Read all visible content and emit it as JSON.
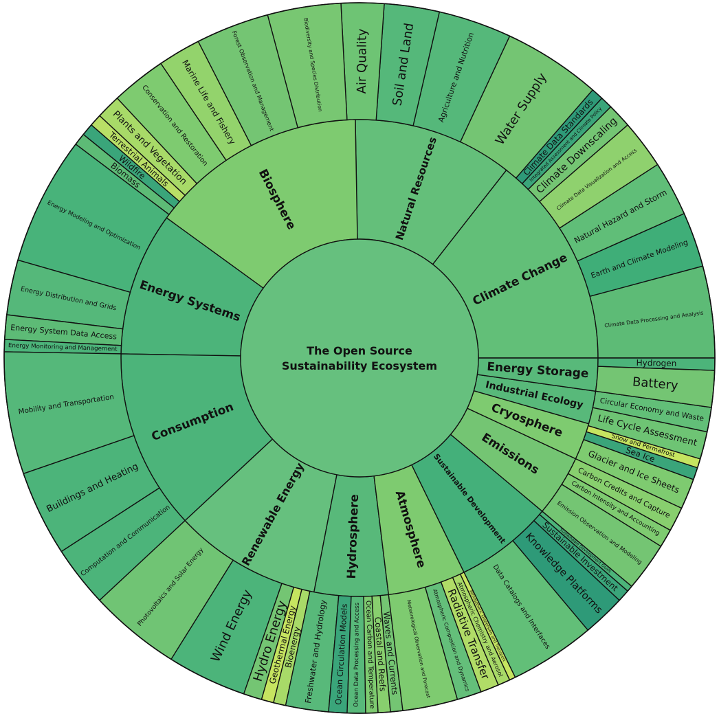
{
  "chart_data": {
    "type": "sunburst",
    "root": {
      "title_lines": [
        "The Open Source",
        "Sustainability Ecosystem"
      ],
      "color": "#66c07e"
    },
    "start_angle_deg": 0,
    "direction": "clockwise-from-east",
    "categories": [
      {
        "name": "Climate Change",
        "start": -52,
        "end": 0,
        "color": "#62bf78",
        "children": [
          {
            "name": "Climate Data Processing and Analysis",
            "start": -15,
            "end": 0,
            "color": "#5dbb76"
          },
          {
            "name": "Earth and Climate Modeling",
            "start": -24,
            "end": -15,
            "color": "#3fae78"
          },
          {
            "name": "Natural Hazard and Storm",
            "start": -33,
            "end": -24,
            "color": "#60be78"
          },
          {
            "name": "Climate Data Visualization and Access",
            "start": -41,
            "end": -33,
            "color": "#8fd16e"
          },
          {
            "name": "Climate Downscaling",
            "start": -45,
            "end": -41,
            "color": "#74c573"
          },
          {
            "name": "Integrated Assessment and Climate Policy",
            "start": -47,
            "end": -45,
            "color": "#3aa57a"
          },
          {
            "name": "Climate Data Standards",
            "start": -49,
            "end": -47,
            "color": "#2e9a78"
          },
          {
            "name": "Water Supply",
            "start": -65,
            "end": -49,
            "color": "#74c573"
          }
        ]
      },
      {
        "name": "Natural Resources",
        "start": -91,
        "end": -52,
        "color": "#64bf7a",
        "children": [
          {
            "name": "Agriculture and Nutrition",
            "start": -77,
            "end": -65,
            "color": "#55b87a"
          },
          {
            "name": "Soil and Land",
            "start": -86,
            "end": -77,
            "color": "#55b87a"
          },
          {
            "name": "Air Quality",
            "start": -93,
            "end": -86,
            "color": "#6ec474"
          }
        ]
      },
      {
        "name": "Biosphere",
        "start": -144,
        "end": -91,
        "color": "#7ecb70",
        "children": [
          {
            "name": "Biodiversity and Species Distribution",
            "start": -105,
            "end": -93,
            "color": "#78c772"
          },
          {
            "name": "Forest Observation and Management",
            "start": -117,
            "end": -105,
            "color": "#74c573"
          },
          {
            "name": "Marine Life and Fishery",
            "start": -124,
            "end": -117,
            "color": "#93d36c"
          },
          {
            "name": "Conservation and Restoration",
            "start": -133,
            "end": -124,
            "color": "#7ecb70"
          },
          {
            "name": "Plants and Vegetation",
            "start": -137,
            "end": -133,
            "color": "#a8da68"
          },
          {
            "name": "Terrestrial Animals",
            "start": -139,
            "end": -137,
            "color": "#b9df66"
          },
          {
            "name": "Wildfire",
            "start": -141,
            "end": -139,
            "color": "#3aa57a"
          },
          {
            "name": "Biomass",
            "start": -143,
            "end": -141,
            "color": "#5dbb76"
          }
        ]
      },
      {
        "name": "Energy Systems",
        "start": -179,
        "end": -144,
        "color": "#4cb47a",
        "children": [
          {
            "name": "Energy Modeling and Optimization",
            "start": -164,
            "end": -143,
            "color": "#48b37a"
          },
          {
            "name": "Energy Distribution and Grids",
            "start": -173,
            "end": -164,
            "color": "#55b87a"
          },
          {
            "name": "Energy System Data Access",
            "start": -177,
            "end": -173,
            "color": "#5dbb76"
          },
          {
            "name": "Energy Monitoring and Management",
            "start": -179,
            "end": -177,
            "color": "#4cb47a"
          }
        ]
      },
      {
        "name": "Consumption",
        "start": -223,
        "end": -179,
        "color": "#4cb47a",
        "children": [
          {
            "name": "Mobility and Transportation",
            "start": -199,
            "end": -179,
            "color": "#55b87a"
          },
          {
            "name": "Buildings and Heating",
            "start": -213,
            "end": -199,
            "color": "#4cb47a"
          },
          {
            "name": "Computation and Communication",
            "start": -223,
            "end": -213,
            "color": "#4cb47a"
          }
        ]
      },
      {
        "name": "Renewable Energy",
        "start": -259,
        "end": -223,
        "color": "#66c07e",
        "children": [
          {
            "name": "Photovoltaics and Solar Energy",
            "start": -238,
            "end": -223,
            "color": "#70c474"
          },
          {
            "name": "Wind Energy",
            "start": -251,
            "end": -238,
            "color": "#4cb47a"
          },
          {
            "name": "Hydro Energy",
            "start": -254,
            "end": -251,
            "color": "#74c573"
          },
          {
            "name": "Geothermal Energy",
            "start": -256,
            "end": -254,
            "color": "#c6e460"
          },
          {
            "name": "Bioenergy",
            "start": -258,
            "end": -256,
            "color": "#a8da68"
          }
        ]
      },
      {
        "name": "Hydrosphere",
        "start": -277,
        "end": -259,
        "color": "#58b97a",
        "children": [
          {
            "name": "Freshwater and Hydrology",
            "start": -265,
            "end": -258,
            "color": "#58b97a"
          },
          {
            "name": "Ocean Circulation Models",
            "start": -268,
            "end": -265,
            "color": "#3aa57a"
          },
          {
            "name": "Ocean Data Processing and Access",
            "start": -271,
            "end": -268,
            "color": "#58b97a"
          },
          {
            "name": "Ocean Carbon and Temperature",
            "start": -273,
            "end": -271,
            "color": "#7ecb70"
          },
          {
            "name": "Coastal and Reefs",
            "start": -275,
            "end": -273,
            "color": "#88cf6e"
          },
          {
            "name": "Waves and Currents",
            "start": -277,
            "end": -275,
            "color": "#74c573"
          }
        ]
      },
      {
        "name": "Atmosphere",
        "start": -296,
        "end": -277,
        "color": "#7ecb70",
        "children": [
          {
            "name": "Meteorological Observation and Forecast",
            "start": -286,
            "end": -277,
            "color": "#7ecb70"
          },
          {
            "name": "Atmospheric Composition and Dynamics",
            "start": -290,
            "end": -286,
            "color": "#64bf7a"
          },
          {
            "name": "Radiative Transfer",
            "start": -293,
            "end": -290,
            "color": "#b1dc67"
          },
          {
            "name": "Atmospheric Chemistry and Aerosol",
            "start": -295,
            "end": -293,
            "color": "#a8da68"
          },
          {
            "name": "Atmospheric Dispersion and Transport",
            "start": -296,
            "end": -295,
            "color": "#c6e460"
          }
        ]
      },
      {
        "name": "Sustainable Development",
        "start": -320,
        "end": -296,
        "color": "#44b07a",
        "children": [
          {
            "name": "Data Catalogs and Interfaces",
            "start": -310,
            "end": -296,
            "color": "#62bf78"
          },
          {
            "name": "Knowledge Platforms",
            "start": -317,
            "end": -310,
            "color": "#2e9a78"
          },
          {
            "name": "Sustainable Investment",
            "start": -319,
            "end": -317,
            "color": "#3aa57a"
          },
          {
            "name": "Sustainable Development Goals",
            "start": -320,
            "end": -319,
            "color": "#4cb47a"
          }
        ]
      },
      {
        "name": "Emissions",
        "start": -335,
        "end": -320,
        "color": "#74c573",
        "children": [
          {
            "name": "Emission Observation and Modeling",
            "start": -328,
            "end": -320,
            "color": "#74c573"
          },
          {
            "name": "Carbon Intensity and Accounting",
            "start": -331,
            "end": -328,
            "color": "#7ecb70"
          },
          {
            "name": "Carbon Credits and Capture",
            "start": -335,
            "end": -331,
            "color": "#88cf6e"
          }
        ]
      },
      {
        "name": "Cryosphere",
        "start": -344,
        "end": -335,
        "color": "#7ecb70",
        "children": [
          {
            "name": "Glacier and Ice Sheets",
            "start": -340,
            "end": -335,
            "color": "#7ecb70"
          },
          {
            "name": "Sea Ice",
            "start": -342,
            "end": -340,
            "color": "#3aa57a"
          },
          {
            "name": "Snow and Permafrost",
            "start": -343.5,
            "end": -342,
            "color": "#c6e460"
          }
        ]
      },
      {
        "name": "Industrial Ecology",
        "start": -352,
        "end": -344,
        "color": "#58b97a",
        "children": [
          {
            "name": "Life Cycle Assessment",
            "start": -348,
            "end": -343.5,
            "color": "#6ec474"
          },
          {
            "name": "Circular Economy and Waste",
            "start": -352,
            "end": -348,
            "color": "#62bf78"
          }
        ]
      },
      {
        "name": "Energy Storage",
        "start": -360,
        "end": -352,
        "color": "#58b97a",
        "children": [
          {
            "name": "Battery",
            "start": -358,
            "end": -352,
            "color": "#74c573"
          },
          {
            "name": "Hydrogen",
            "start": -360,
            "end": -358,
            "color": "#4cb47a"
          }
        ]
      }
    ]
  }
}
